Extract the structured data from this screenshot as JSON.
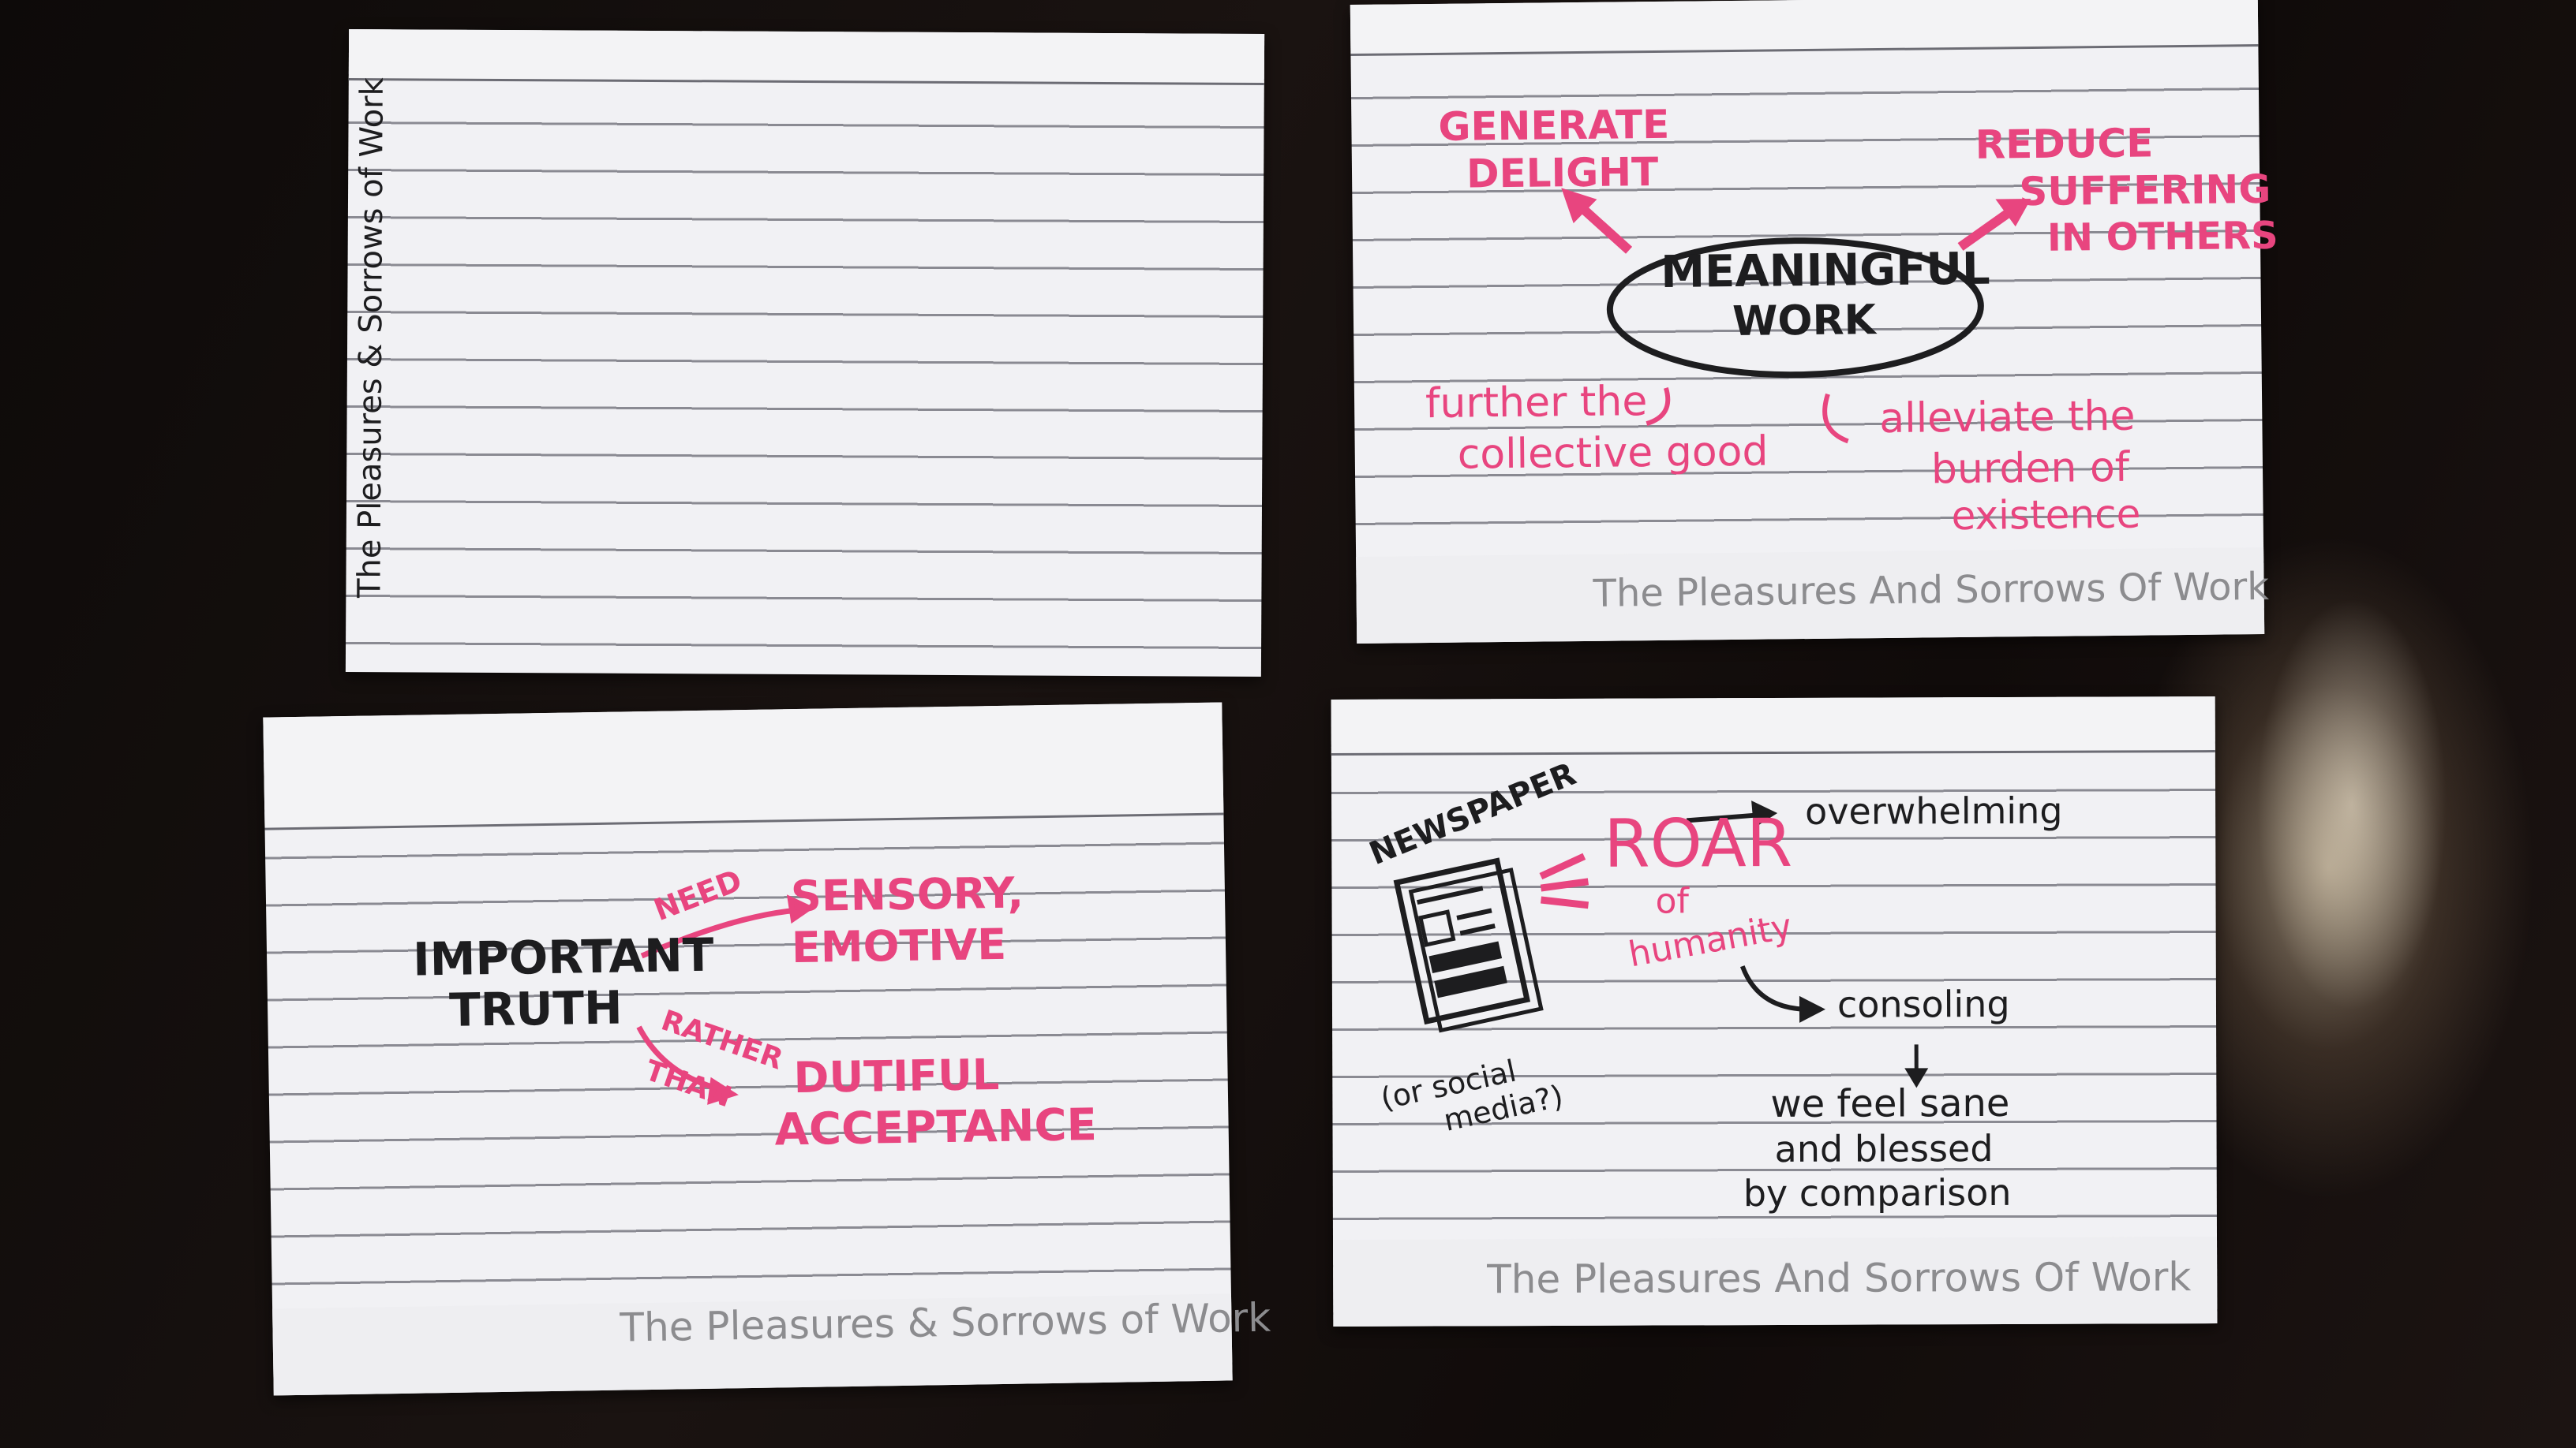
{
  "cards": {
    "card1": {
      "side_title": "The Pleasures & Sorrows of Work"
    },
    "card2": {
      "center": [
        "MEANINGFUL",
        "WORK"
      ],
      "top_left": [
        "GENERATE",
        "DELIGHT"
      ],
      "top_right": [
        "REDUCE",
        "SUFFERING",
        "IN OTHERS"
      ],
      "bottom_left": [
        "further the",
        "collective good"
      ],
      "bottom_right": [
        "alleviate the",
        "burden of",
        "existence"
      ],
      "footer": "The Pleasures And Sorrows Of Work"
    },
    "card3": {
      "main": [
        "IMPORTANT",
        "TRUTH"
      ],
      "need_label": "NEED",
      "need_target": [
        "SENSORY,",
        "EMOTIVE"
      ],
      "rather_label": [
        "RATHER",
        "THAN"
      ],
      "rather_target": [
        "DUTIFUL",
        "ACCEPTANCE"
      ],
      "footer": "The Pleasures & Sorrows of Work"
    },
    "card4": {
      "newspaper_label": "NEWSPAPER",
      "social_label": [
        "(or social",
        "media?)"
      ],
      "roar": "ROAR",
      "roar_sub": [
        "of",
        "humanity"
      ],
      "overwhelming": "overwhelming",
      "consoling": "consoling",
      "result": [
        "we feel sane",
        "and blessed",
        "by comparison"
      ],
      "footer": "The Pleasures And Sorrows Of Work"
    }
  },
  "colors": {
    "pink_ink": "#e8457f",
    "black_ink": "#1d1d1f",
    "grey_ink": "#8c8c8f",
    "card_paper": "#f1f1f4",
    "table": "#120d0c"
  }
}
